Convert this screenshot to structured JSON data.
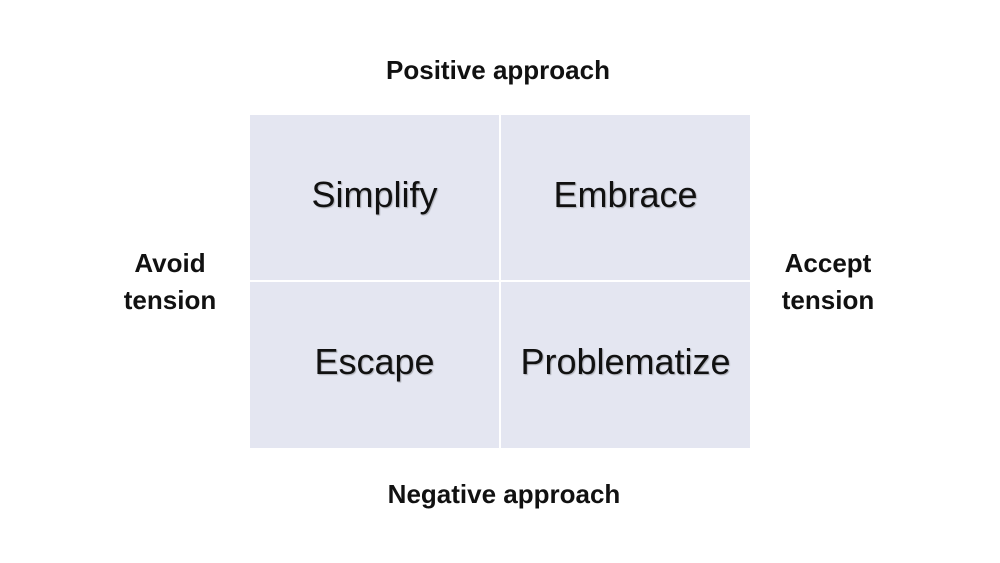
{
  "axes": {
    "top": "Positive approach",
    "bottom": "Negative approach",
    "left": [
      "Avoid",
      "tension"
    ],
    "right": [
      "Accept",
      "tension"
    ]
  },
  "quadrants": {
    "top_left": "Simplify",
    "top_right": "Embrace",
    "bottom_left": "Escape",
    "bottom_right": "Problematize"
  },
  "colors": {
    "quadrant_fill": "#e4e6f1",
    "text": "#111111",
    "background": "#ffffff"
  }
}
